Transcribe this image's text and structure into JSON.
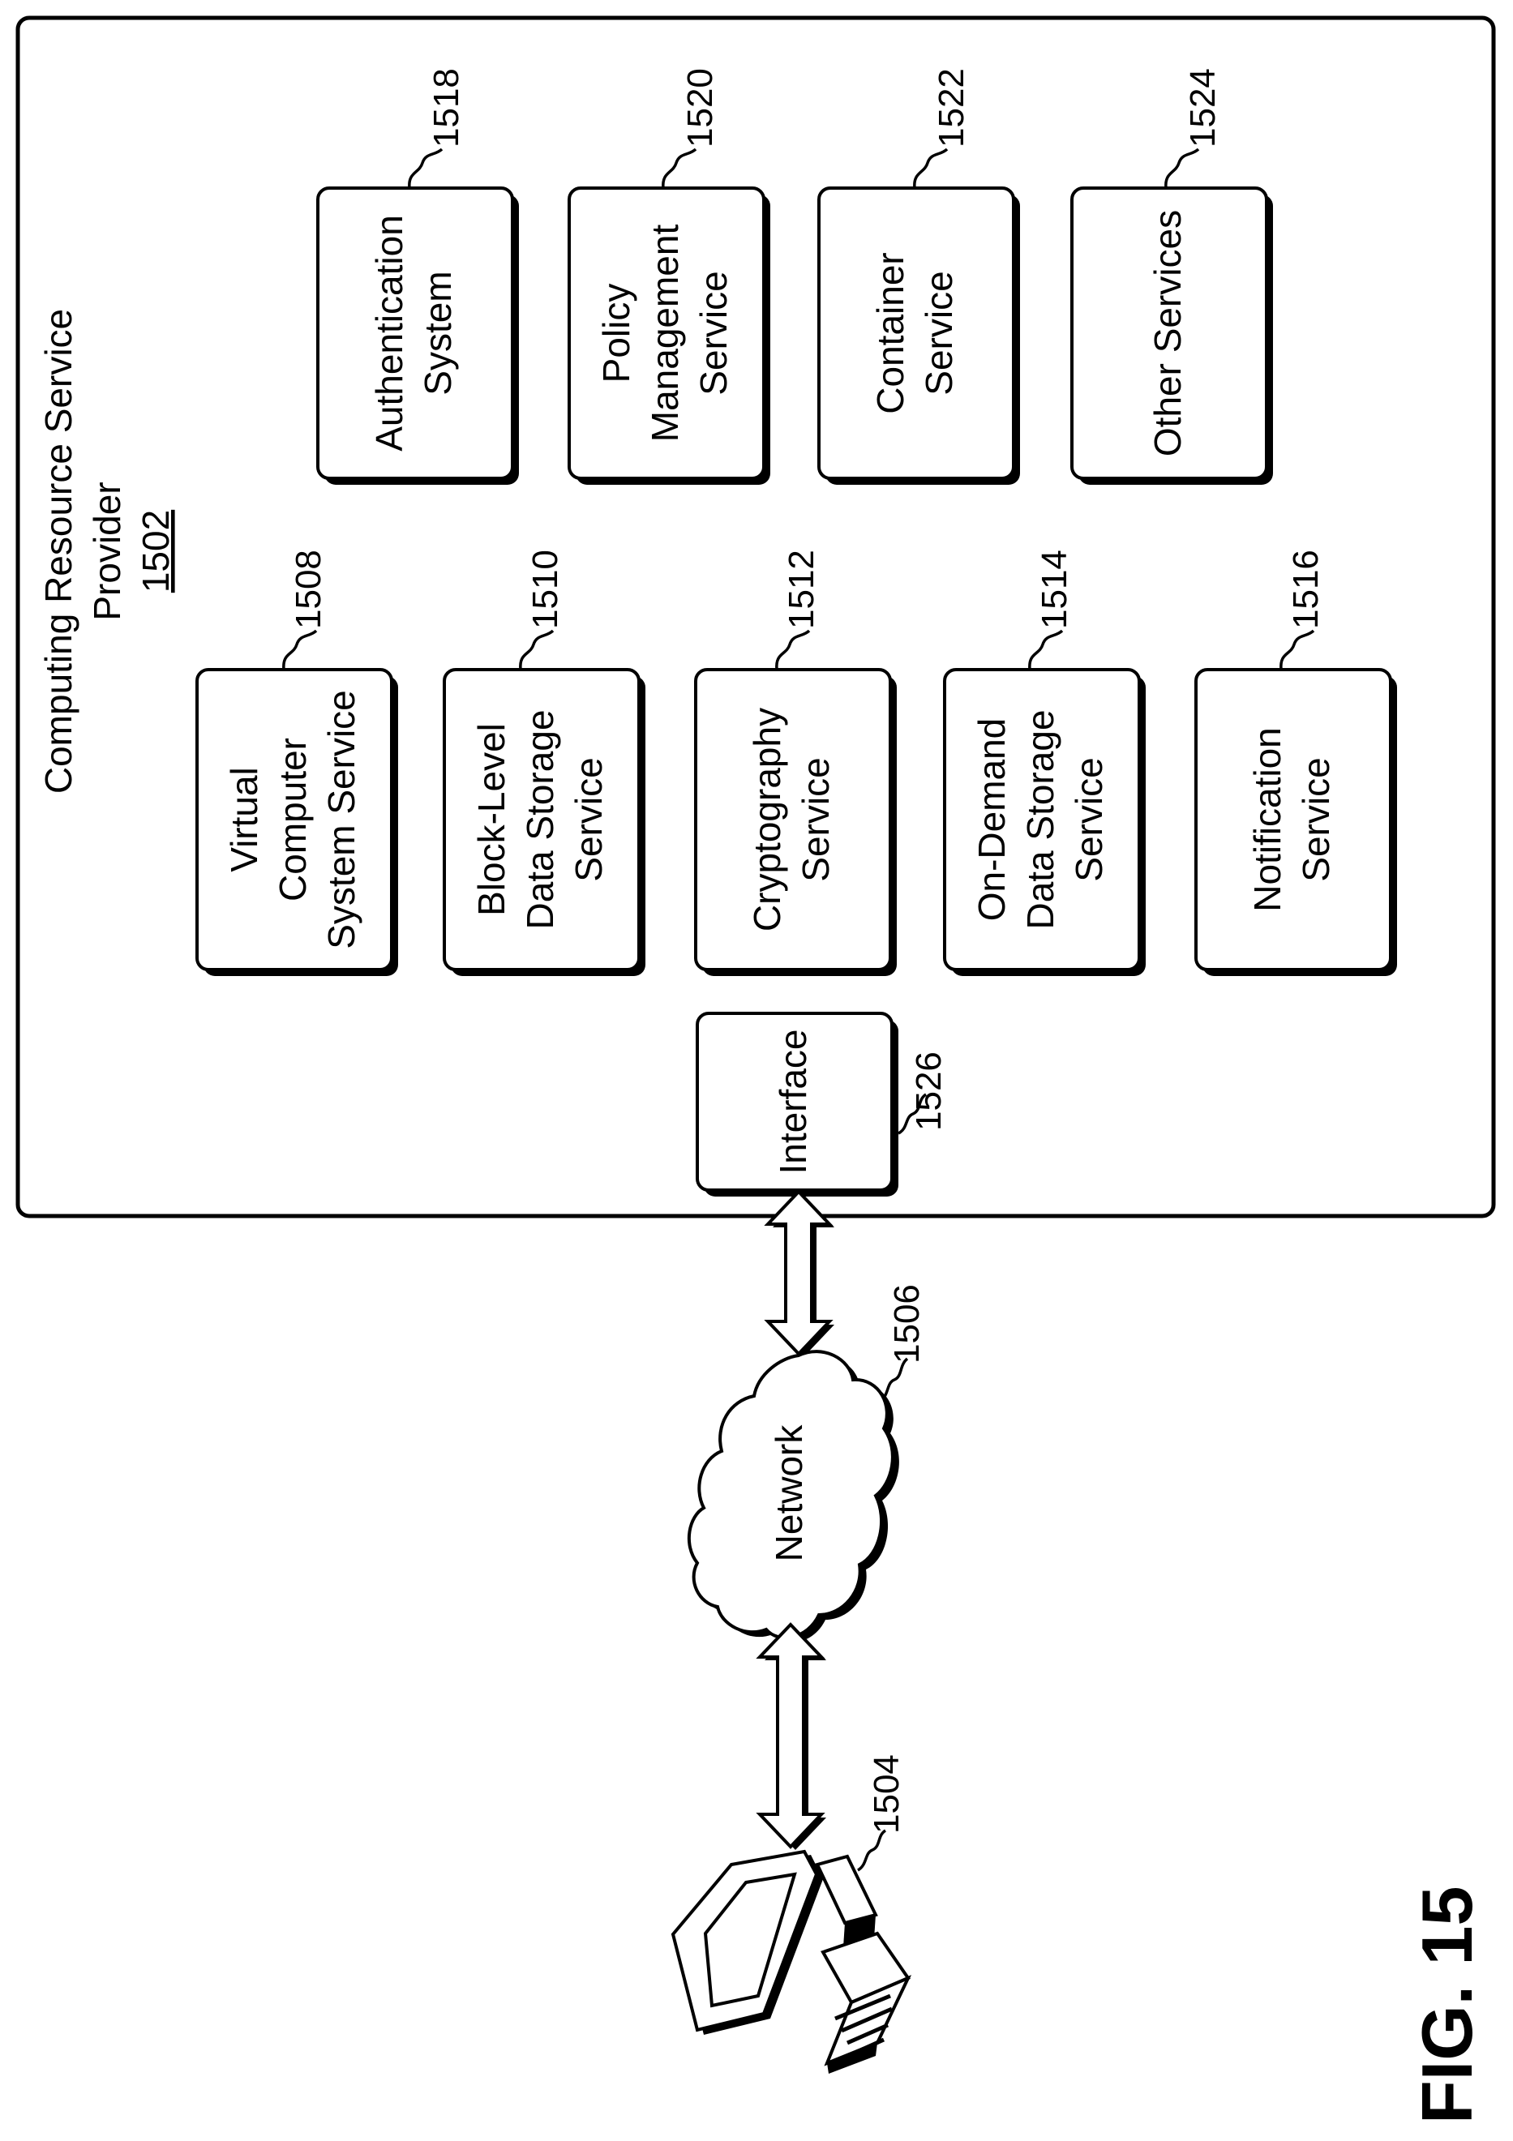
{
  "provider": {
    "title_line1": "Computing Resource Service",
    "title_line2": "Provider",
    "ref": "1502"
  },
  "services_left": [
    {
      "lines": [
        "Virtual",
        "Computer",
        "System Service"
      ],
      "ref": "1508"
    },
    {
      "lines": [
        "Block-Level",
        "Data Storage",
        "Service"
      ],
      "ref": "1510"
    },
    {
      "lines": [
        "Cryptography",
        "Service"
      ],
      "ref": "1512"
    },
    {
      "lines": [
        "On-Demand",
        "Data Storage",
        "Service"
      ],
      "ref": "1514"
    },
    {
      "lines": [
        "Notification",
        "Service"
      ],
      "ref": "1516"
    }
  ],
  "services_right": [
    {
      "lines": [
        "Authentication",
        "System"
      ],
      "ref": "1518"
    },
    {
      "lines": [
        "Policy",
        "Management",
        "Service"
      ],
      "ref": "1520"
    },
    {
      "lines": [
        "Container",
        "Service"
      ],
      "ref": "1522"
    },
    {
      "lines": [
        "Other Services"
      ],
      "ref": "1524"
    }
  ],
  "interface": {
    "label": "Interface",
    "ref": "1526"
  },
  "network": {
    "label": "Network",
    "ref": "1506"
  },
  "client": {
    "ref": "1504"
  },
  "figure_label": "FIG. 15"
}
